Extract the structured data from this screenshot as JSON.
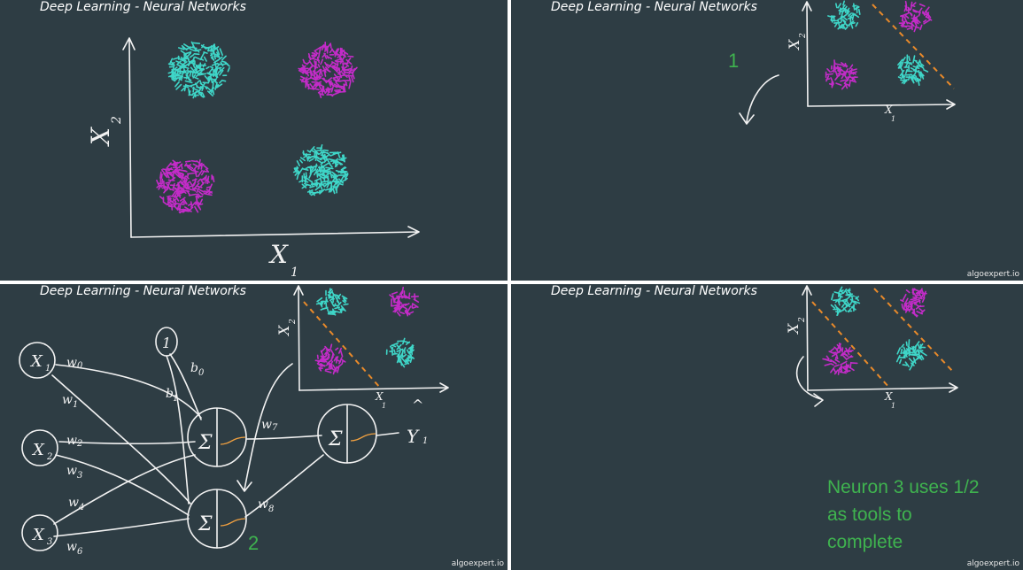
{
  "panels": [
    {
      "title": "Deep Learning - Neural Networks",
      "watermark": ""
    },
    {
      "title": "Deep Learning - Neural Networks",
      "watermark": "algoexpert.io"
    },
    {
      "title": "Deep Learning - Neural Networks",
      "watermark": "algoexpert.io"
    },
    {
      "title": "Deep Learning - Neural Networks",
      "watermark": "algoexpert.io"
    }
  ],
  "plot": {
    "x_axis": "X",
    "x_sub": "1",
    "y_axis": "X",
    "y_sub": "2"
  },
  "network": {
    "inputs": [
      {
        "name": "X",
        "sub": "1"
      },
      {
        "name": "X",
        "sub": "2"
      },
      {
        "name": "X",
        "sub": "3"
      }
    ],
    "bias_node": "1",
    "weights": {
      "w0": "w",
      "w0s": "0",
      "w1": "w",
      "w1s": "1",
      "w2": "w",
      "w2s": "2",
      "w3": "w",
      "w3s": "3",
      "w4": "w",
      "w4s": "4",
      "w6": "w",
      "w6s": "6",
      "w7": "w",
      "w7s": "7",
      "w8": "w",
      "w8s": "8"
    },
    "biases": {
      "b0": "b",
      "b0s": "0",
      "b1": "b",
      "b1s": "1"
    },
    "sum_symbol": "Σ",
    "output": {
      "hat": "^",
      "name": "Y",
      "sub": "1"
    }
  },
  "annotations": {
    "panel2_label": "1",
    "panel3_label": "2",
    "panel4_note_line1": "Neuron 3 uses 1/2",
    "panel4_note_line2": "as tools to",
    "panel4_note_line3": "complete"
  },
  "colors": {
    "background": "#2e3d44",
    "ink": "#f2f2f2",
    "cluster_a": "#3fd6c8",
    "cluster_b": "#c32cc8",
    "boundary": "#e98a2a",
    "annotation": "#3fb34f"
  }
}
